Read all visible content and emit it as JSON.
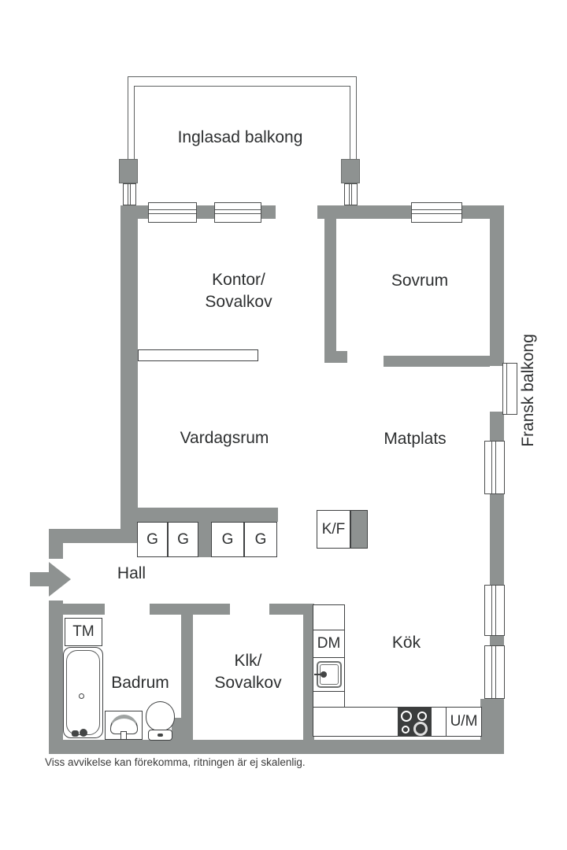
{
  "rooms": {
    "balcony": {
      "label": "Inglasad balkong"
    },
    "office": {
      "line1": "Kontor/",
      "line2": "Sovalkov"
    },
    "bedroom": {
      "label": "Sovrum"
    },
    "living": {
      "label": "Vardagsrum"
    },
    "dining": {
      "label": "Matplats"
    },
    "french_balcony": {
      "label": "Fransk balkong"
    },
    "hall": {
      "label": "Hall"
    },
    "bathroom": {
      "label": "Badrum"
    },
    "closet": {
      "line1": "Klk/",
      "line2": "Sovalkov"
    },
    "kitchen": {
      "label": "Kök"
    }
  },
  "fixtures": {
    "washing_machine": "TM",
    "dishwasher": "DM",
    "fridge_freezer": "K/F",
    "oven_microwave": "U/M",
    "wardrobes": [
      "G",
      "G",
      "G",
      "G"
    ]
  },
  "footer": {
    "disclaimer": "Viss avvikelse kan förekomma, ritningen är ej skalenlig."
  },
  "colors": {
    "wall": "#8E9291",
    "outline": "#3F4142",
    "text": "#2D2F30"
  }
}
